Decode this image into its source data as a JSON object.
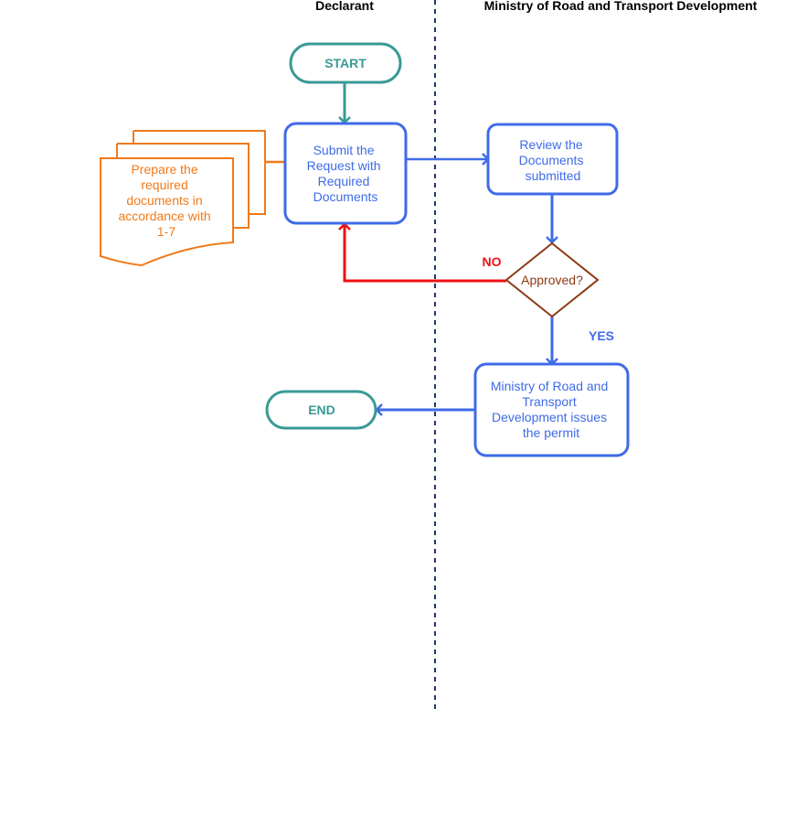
{
  "colors": {
    "teal": "#3a9a94",
    "blue": "#3f6be8",
    "orange": "#f07a1a",
    "red": "#ee1111",
    "brown": "#8b3a12",
    "divider": "#1f3577",
    "lane_title": "#000000"
  },
  "lanes": [
    {
      "title": "Declarant"
    },
    {
      "title": "Ministry of Road and Transport Development"
    }
  ],
  "nodes": {
    "start": {
      "label": "START",
      "shape": "terminal"
    },
    "prepare_docs": {
      "lines": [
        "Prepare the",
        "required",
        "documents in",
        "accordance with",
        "1-7"
      ],
      "shape": "multi-document"
    },
    "submit": {
      "lines": [
        "Submit the",
        "Request with",
        "Required",
        "Documents"
      ],
      "shape": "process"
    },
    "review": {
      "lines": [
        "Review the",
        "Documents",
        "submitted"
      ],
      "shape": "process"
    },
    "approved": {
      "label": "Approved?",
      "shape": "decision"
    },
    "issue_permit": {
      "lines": [
        "Ministry of Road and",
        "Transport",
        "Development issues",
        "the permit"
      ],
      "shape": "process"
    },
    "end": {
      "label": "END",
      "shape": "terminal"
    }
  },
  "edges": {
    "no_label": "NO",
    "yes_label": "YES"
  }
}
